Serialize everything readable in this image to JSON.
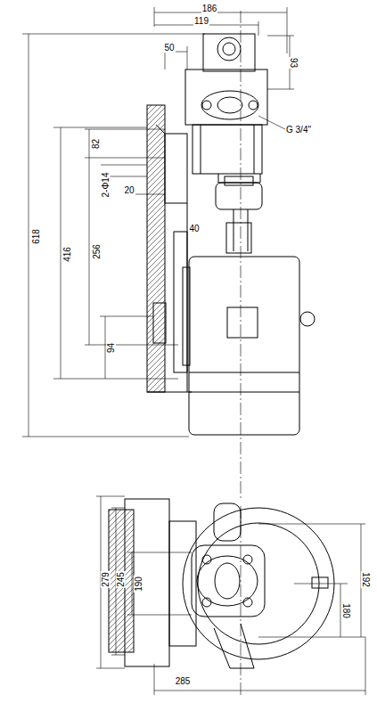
{
  "diagram": {
    "labels": [
      "186",
      "119",
      "50",
      "93",
      "G 3/4\"",
      "82",
      "2-Φ14",
      "20",
      "40",
      "618",
      "416",
      "256",
      "94",
      "279",
      "245",
      "190",
      "192",
      "180",
      "285"
    ]
  }
}
